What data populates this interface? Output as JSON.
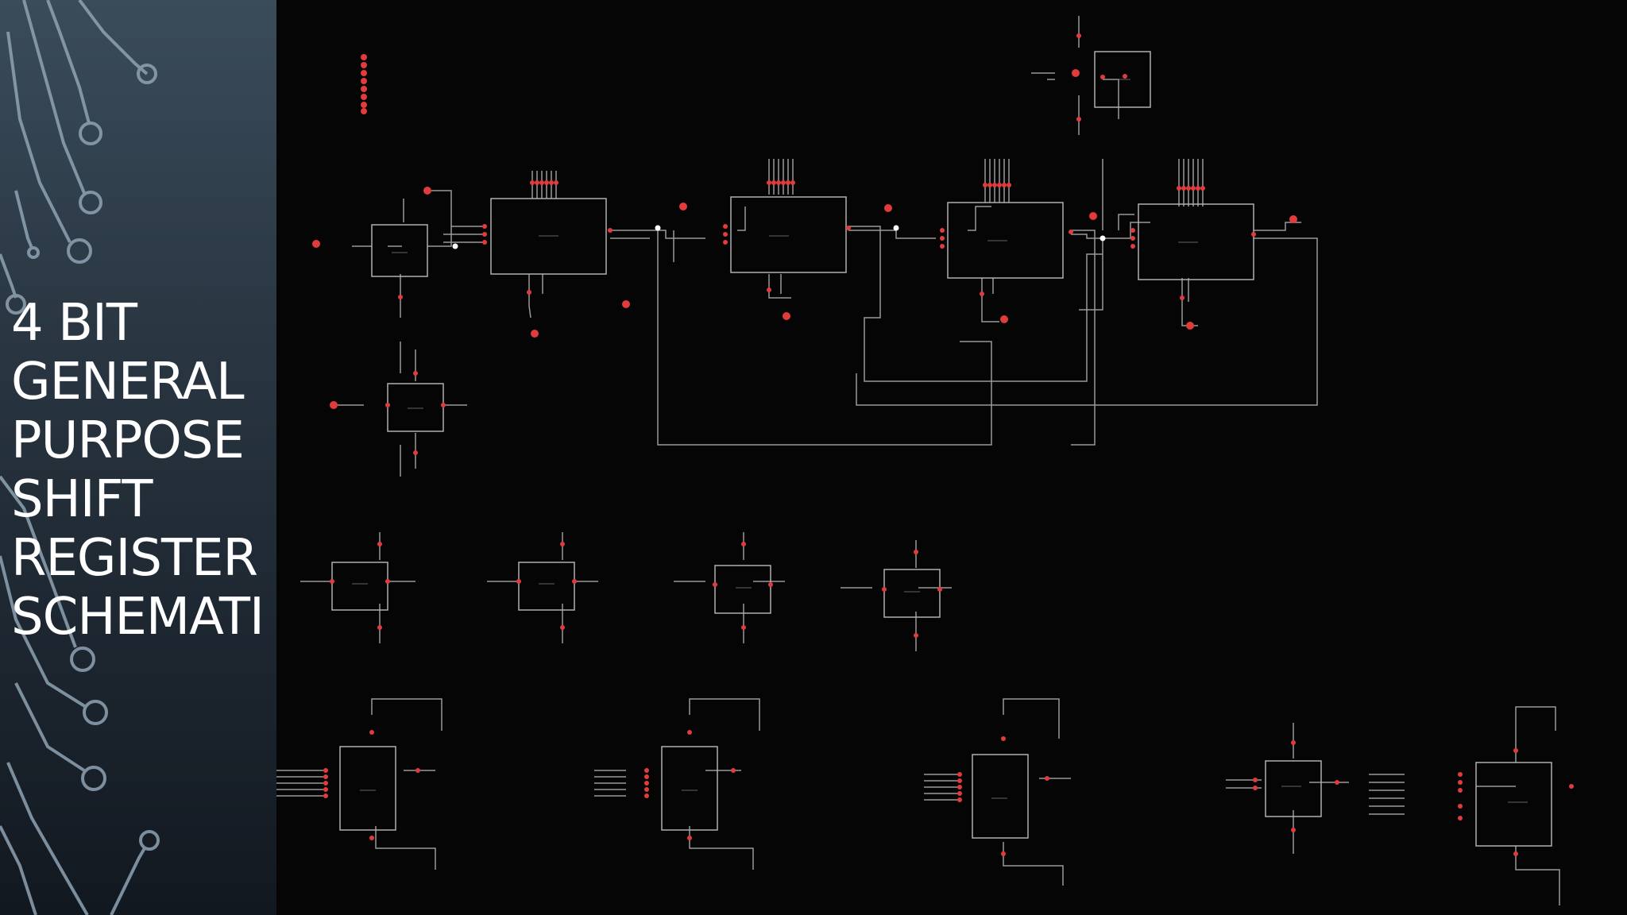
{
  "slide": {
    "title_lines": [
      "4 BIT",
      "GENERAL",
      "PURPOSE",
      "SHIFT",
      "REGISTER",
      "SCHEMATI"
    ]
  },
  "colors": {
    "sidebar_top": "#3a4b5a",
    "sidebar_bottom": "#121820",
    "circuit_decor": "#8fa3b3",
    "canvas_bg": "#050505",
    "wire": "#9a9a9a",
    "pin": "#e23b3b",
    "junction": "#ffffff",
    "title_text": "#ffffff"
  },
  "icons": {
    "decor": "circuit-trace-pattern",
    "pin": "red-pin-marker",
    "junction": "wire-junction-dot"
  }
}
